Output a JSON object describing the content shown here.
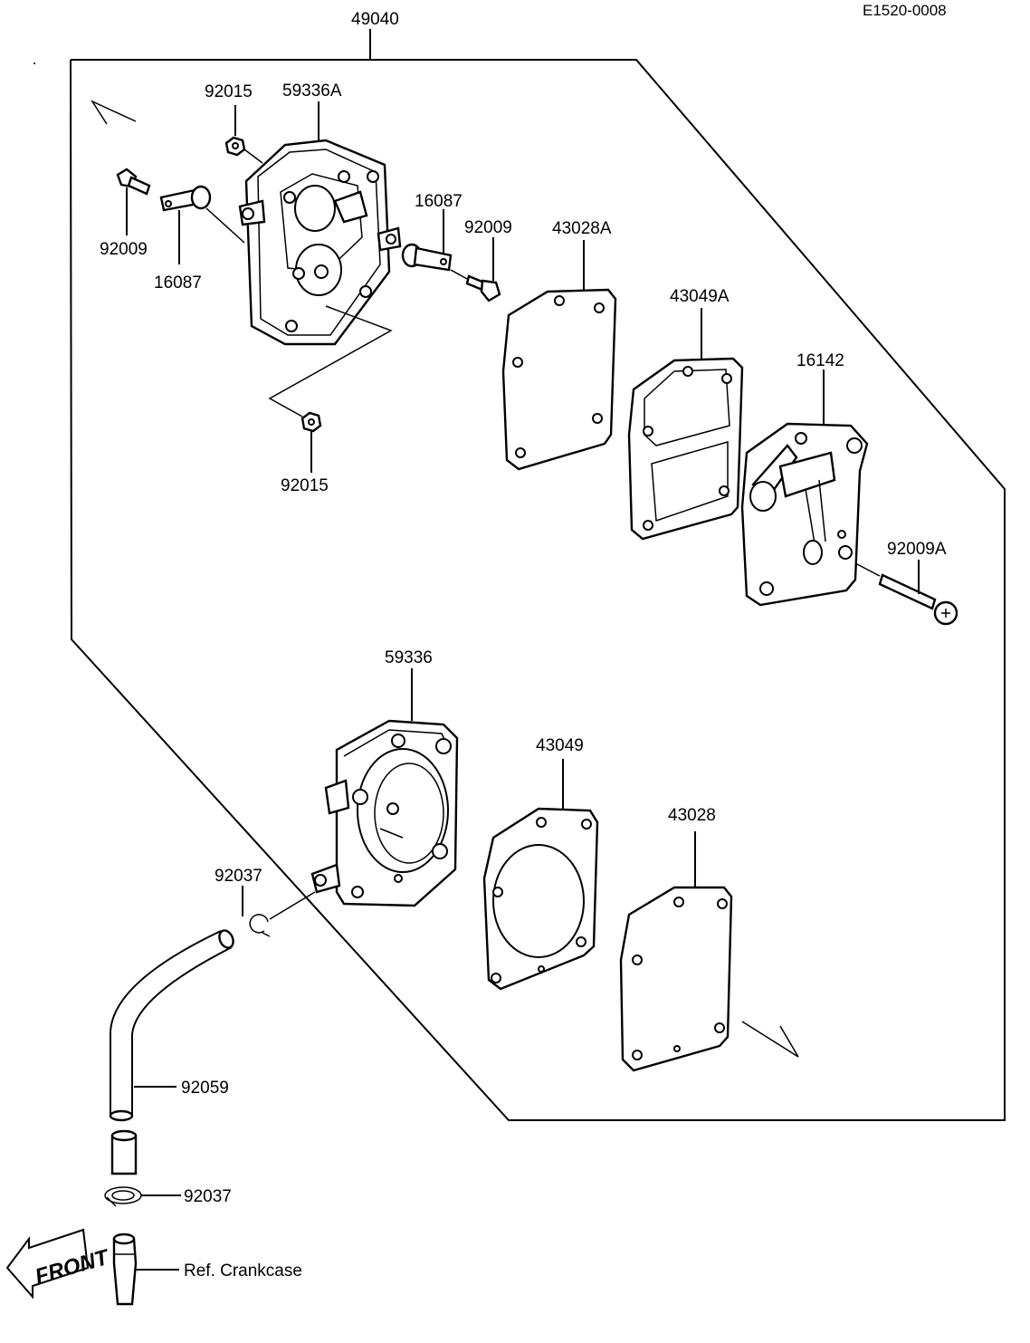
{
  "diagram_code": "E1520-0008",
  "assembly_label": "49040",
  "front_label": "FRONT",
  "labels": {
    "nut_top": "92015",
    "pump_cover_a": "59336A",
    "screw_left": "92009",
    "valve_left": "16087",
    "valve_right": "16087",
    "screw_mid": "92009",
    "gasket_a": "43028A",
    "diaphragm_a": "43049A",
    "cover_16142": "16142",
    "screw_a": "92009A",
    "nut_bottom": "92015",
    "pump_body": "59336",
    "diaphragm": "43049",
    "gasket": "43028",
    "clip_top": "92037",
    "hose": "92059",
    "clip_bottom": "92037",
    "ref": "Ref. Crankcase"
  }
}
